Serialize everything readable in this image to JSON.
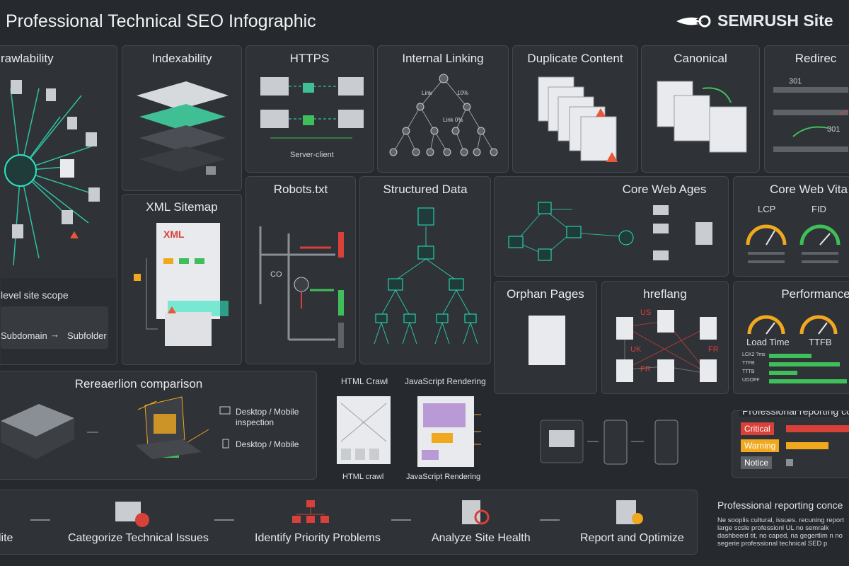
{
  "header": {
    "title": "Professional Technical SEO Infographic",
    "brand": "SEMRUSH Site"
  },
  "panels": {
    "crawlability": {
      "title": "rawlability",
      "scope_label": "level site scope",
      "subdomain": "Subdomain",
      "subfolder": "Subfolder"
    },
    "indexability": {
      "title": "Indexability"
    },
    "https": {
      "title": "HTTPS",
      "caption": "Server-client"
    },
    "internal_linking": {
      "title": "Internal Linking",
      "link1": "Link",
      "pct": "10%",
      "link2": "Link 0%"
    },
    "duplicate": {
      "title": "Duplicate Content"
    },
    "canonical": {
      "title": "Canonical"
    },
    "redirect": {
      "title": "Redirec",
      "code1": "301",
      "code2": "301"
    },
    "xml_sitemap": {
      "title": "XML Sitemap",
      "badge": "XML"
    },
    "robots": {
      "title": "Robots.txt",
      "code": "CO"
    },
    "structured": {
      "title": "Structured Data"
    },
    "core_web_ages": {
      "title": "Core Web Ages"
    },
    "core_web_vitals": {
      "title": "Core Web Vita",
      "lcp": "LCP",
      "fid": "FID"
    },
    "orphan": {
      "title": "Orphan Pages"
    },
    "hreflang": {
      "title": "hreflang",
      "us": "US",
      "uk": "UK",
      "fr1": "FR",
      "fr2": "FR"
    },
    "performance": {
      "title": "Performance",
      "load": "Load Time",
      "ttfb": "TTFB",
      "r1": "LCK2 ?ms",
      "r2": "TTFB",
      "r3": "TTTB",
      "r4": "UOOFF"
    },
    "rendering": {
      "title": "Rereaerlion comparison",
      "opt1": "Desktop / Mobile inspection",
      "opt2": "Desktop / Mobile"
    },
    "crawl_compare": {
      "html_top": "HTML Crawl",
      "js_top": "JavaScript Rendering",
      "html_bottom": "HTML crawl",
      "js_bottom": "JavaScript Rendering"
    },
    "reporting_bars": {
      "title": "Professional reporting co",
      "critical": "Critical",
      "warning": "Warning",
      "notice": "Notice"
    }
  },
  "steps": [
    "lite",
    "Categorize Technical Issues",
    "Identify Priority Problems",
    "Analyze Site Health",
    "Report and Optimize"
  ],
  "reporting_concept": {
    "title": "Professional reporting conce",
    "text": "Ne sooplis cultural, issues. recuning report large scsle professionl UL no semralk dashbeeid tit, no caped, na gegertlim n no segerie professional technical SED p"
  },
  "colors": {
    "accent": "#2ee6c0",
    "critical": "#d8403a",
    "warning": "#f0a81e",
    "notice": "#8a8f96",
    "ok": "#3fbf5a"
  }
}
